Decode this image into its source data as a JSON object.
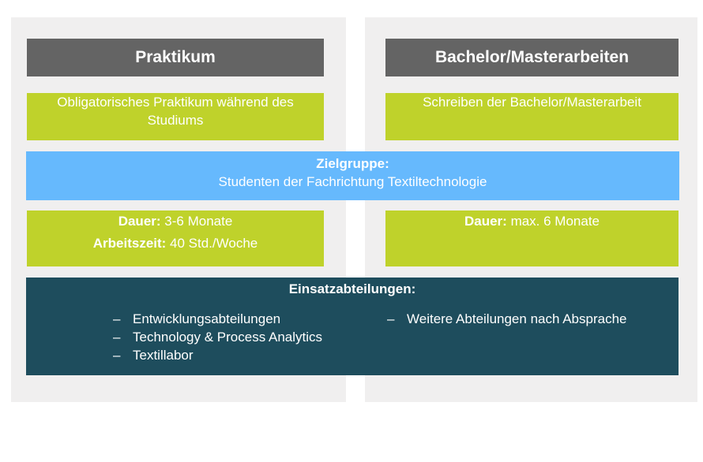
{
  "left": {
    "header": "Praktikum",
    "description_lines": [
      "Obligatorisches Praktikum während des",
      "Studiums"
    ],
    "duration_label": "Dauer:",
    "duration_value": " 3-6 Monate",
    "worktime_label": "Arbeitszeit:",
    "worktime_value": " 40 Std./Woche"
  },
  "right": {
    "header": "Bachelor/Masterarbeiten",
    "description_lines": [
      "Schreiben der Bachelor/Masterarbeit"
    ],
    "duration_label": "Dauer:",
    "duration_value": " max. 6 Monate"
  },
  "target_group": {
    "label": "Zielgruppe:",
    "value": "Studenten der Fachrichtung Textiltechnologie"
  },
  "departments": {
    "title": "Einsatzabteilungen:",
    "left_list": [
      "Entwicklungsabteilungen",
      "Technology & Process Analytics",
      "Textillabor"
    ],
    "right_list": [
      "Weitere Abteilungen nach Absprache"
    ]
  },
  "colors": {
    "panel": "#f0efef",
    "header": "#646464",
    "green": "#bfd22b",
    "blue": "#66b9fd",
    "dark": "#1e4d5d"
  }
}
